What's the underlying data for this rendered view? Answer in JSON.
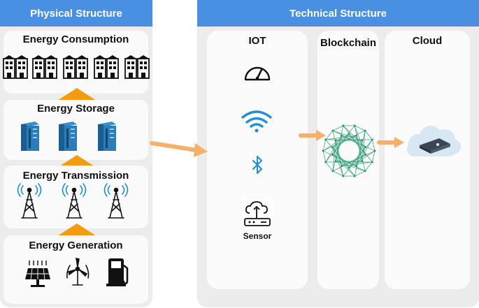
{
  "physical": {
    "title": "Physical Structure",
    "layers": {
      "consumption": "Energy Consumption",
      "storage": "Energy Storage",
      "transmission": "Energy Transmission",
      "generation": "Energy Generation"
    }
  },
  "technical": {
    "title": "Technical Structure",
    "iot": {
      "title": "IOT",
      "sensor_label": "Sensor"
    },
    "blockchain": {
      "title": "Blockchain"
    },
    "cloud": {
      "title": "Cloud"
    }
  },
  "colors": {
    "header_blue": "#4a90e2",
    "arrow_orange": "#f39c12",
    "light_arrow": "#f5b06a",
    "icon_blue": "#1f6fa8",
    "blockchain_green": "#3aa37f"
  },
  "icons": [
    "building-icon",
    "battery-cabinet-icon",
    "tower-icon",
    "solar-panel-icon",
    "wind-turbine-icon",
    "fuel-pump-icon",
    "gauge-icon",
    "wifi-icon",
    "bluetooth-icon",
    "sensor-icon",
    "blockchain-icon",
    "cloud-server-icon"
  ]
}
